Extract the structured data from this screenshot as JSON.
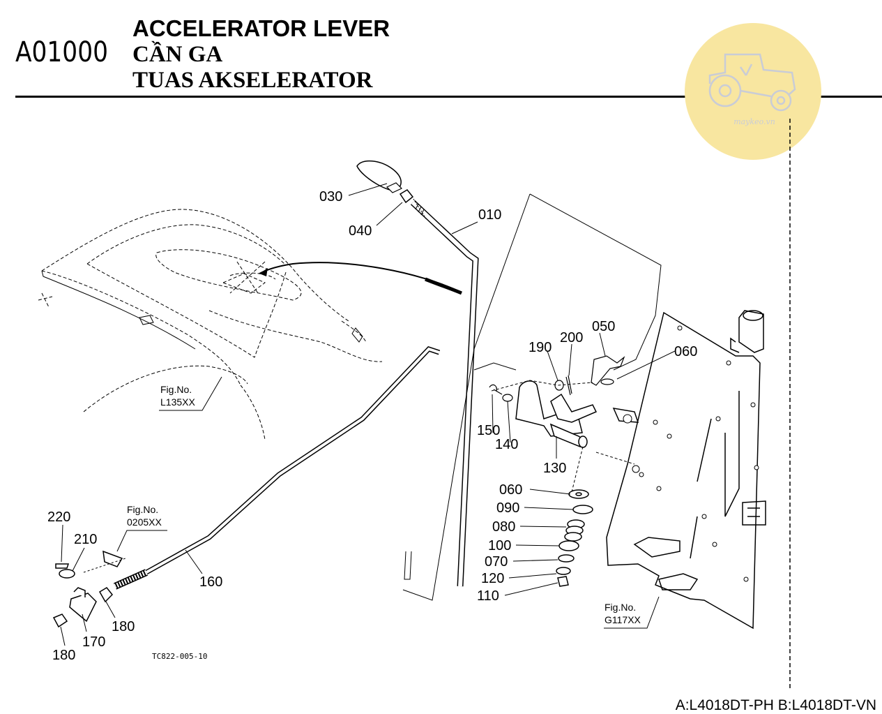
{
  "header": {
    "code": "A01000",
    "title_en": "ACCELERATOR LEVER",
    "title_vi": "CẦN GA",
    "title_id": "TUAS AKSELERATOR"
  },
  "watermark": {
    "text": "maykeo.vn",
    "color": "#f8e6a0"
  },
  "figure_refs": [
    {
      "label": "Fig.No.",
      "code": "L135XX"
    },
    {
      "label": "Fig.No.",
      "code": "0205XX"
    },
    {
      "label": "Fig.No.",
      "code": "G117XX"
    }
  ],
  "part_labels": {
    "p010": "010",
    "p030": "030",
    "p040": "040",
    "p050": "050",
    "p060a": "060",
    "p190": "190",
    "p200": "200",
    "p150": "150",
    "p140": "140",
    "p130": "130",
    "p060b": "060",
    "p090": "090",
    "p080": "080",
    "p100": "100",
    "p070": "070",
    "p120": "120",
    "p110": "110",
    "p220": "220",
    "p210": "210",
    "p160": "160",
    "p180a": "180",
    "p170": "170",
    "p180b": "180"
  },
  "drawing_code": "TC822-005-10",
  "footer": {
    "models": "A:L4018DT-PH B:L4018DT-VN"
  }
}
